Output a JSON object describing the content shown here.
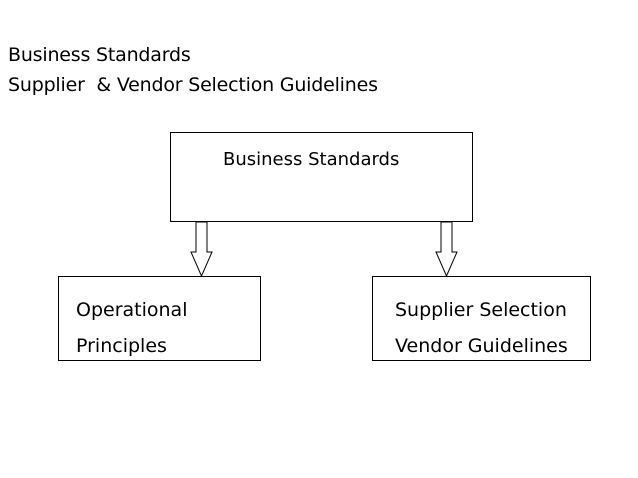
{
  "heading": {
    "line1": "Business Standards",
    "line2": "Supplier  & Vendor Selection Guidelines"
  },
  "diagram": {
    "top_box": {
      "label": "Business Standards"
    },
    "left_box": {
      "line1": "Operational",
      "line2": "Principles"
    },
    "right_box": {
      "line1": "Supplier Selection",
      "line2": "Vendor Guidelines"
    }
  }
}
